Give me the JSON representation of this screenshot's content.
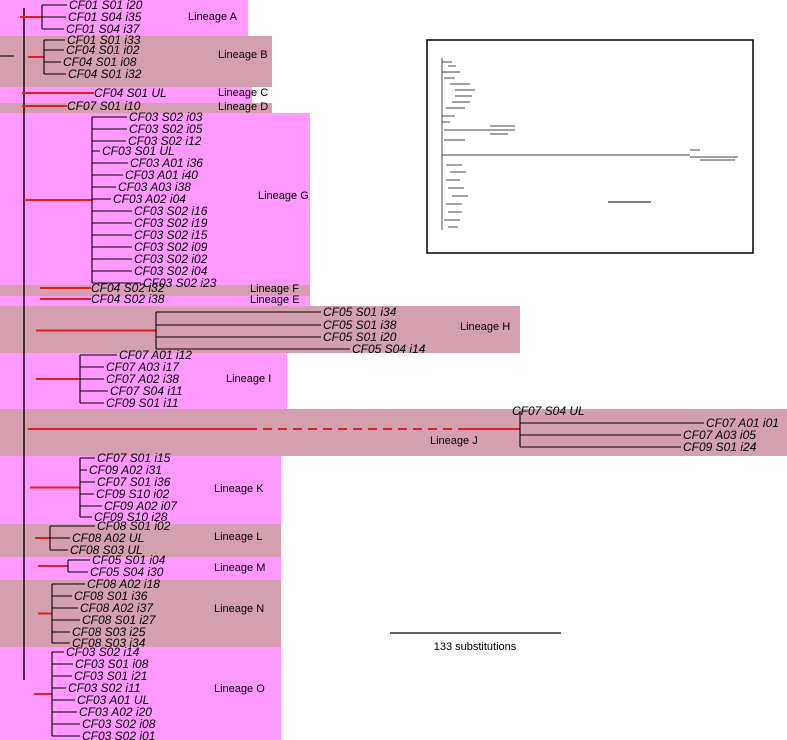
{
  "scale_bar_label": "133 substitutions",
  "colors": {
    "band_pink": "#ff99ff",
    "band_mauve": "#d4a0b0",
    "lineage_branch": "#e02020",
    "branch": "#000000"
  },
  "lineages": [
    {
      "name": "Lineage A",
      "color": "pink",
      "taxa": [
        "CF01 S01 i20",
        "CF01 S04 i35",
        "CF01 S04 i37"
      ]
    },
    {
      "name": "Lineage B",
      "color": "mauve",
      "taxa": [
        "CF01 S01 i33",
        "CF04 S01 i02",
        "CF04 S01 i08",
        "CF04 S01 i32"
      ]
    },
    {
      "name": "Lineage C",
      "color": "pink",
      "taxa": [
        "CF04 S01 UL"
      ]
    },
    {
      "name": "Lineage D",
      "color": "mauve",
      "taxa": [
        "CF07 S01 i10"
      ]
    },
    {
      "name": "Lineage G",
      "color": "pink",
      "taxa": [
        "CF03 S02 i03",
        "CF03 S02 i05",
        "CF03 S02 i12",
        "CF03 S01 UL",
        "CF03 A01 i36",
        "CF03 A01 i40",
        "CF03 A03 i38",
        "CF03 A02 i04",
        "CF03 S02 i16",
        "CF03 S02 i19",
        "CF03 S02 i15",
        "CF03 S02 i09",
        "CF03 S02 i02",
        "CF03 S02 i04",
        "CF03 S02 i23"
      ]
    },
    {
      "name": "Lineage F",
      "color": "mauve",
      "taxa": [
        "CF04 S02 i32"
      ]
    },
    {
      "name": "Lineage E",
      "color": "pink",
      "taxa": [
        "CF04 S02 i38"
      ]
    },
    {
      "name": "Lineage H",
      "color": "mauve",
      "taxa": [
        "CF05 S01 i34",
        "CF05 S01 i38",
        "CF05 S01 i20",
        "CF05 S04 i14"
      ]
    },
    {
      "name": "Lineage I",
      "color": "pink",
      "taxa": [
        "CF07 A01 i12",
        "CF07 A03 i17",
        "CF07 A02 i38",
        "CF07 S04 i11",
        "CF09 S01 i11"
      ]
    },
    {
      "name": "Lineage J",
      "color": "mauve",
      "taxa": [
        "CF07 S04 UL",
        "CF07 A01 i01",
        "CF07 A03 i05",
        "CF09 S01 i24"
      ]
    },
    {
      "name": "Lineage K",
      "color": "pink",
      "taxa": [
        "CF07 S01 i15",
        "CF09 A02 i31",
        "CF07 S01 i36",
        "CF09 S10 i02",
        "CF09 A02 i07",
        "CF09 S10 i28"
      ]
    },
    {
      "name": "Lineage L",
      "color": "mauve",
      "taxa": [
        "CF08 S01 i02",
        "CF08 A02 UL",
        "CF08 S03 UL"
      ]
    },
    {
      "name": "Lineage M",
      "color": "pink",
      "taxa": [
        "CF05 S01 i04",
        "CF05 S04 i30"
      ]
    },
    {
      "name": "Lineage N",
      "color": "mauve",
      "taxa": [
        "CF08 A02 i18",
        "CF08 S01 i36",
        "CF08 A02 i37",
        "CF08 S01 i27",
        "CF08 S03 i25",
        "CF08 S03 i34"
      ]
    },
    {
      "name": "Lineage O",
      "color": "pink",
      "taxa": [
        "CF03 S02 i14",
        "CF03 S01 i08",
        "CF03 S01 i21",
        "CF03 S02 i11",
        "CF03 A01 UL",
        "CF03 A02 i20",
        "CF03 S02 i08",
        "CF03 S02 i01"
      ]
    }
  ]
}
